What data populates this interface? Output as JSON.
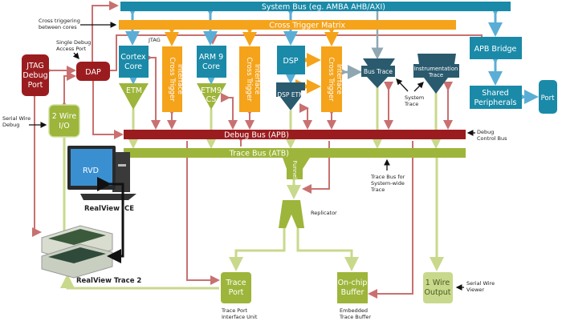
{
  "colors": {
    "system_bus": "#1a8aa8",
    "cross_trigger": "#f5a31a",
    "debug": "#9b1c1f",
    "trace": "#9db53a",
    "trace_light": "#c8d98c",
    "dark_teal": "#2a5a6e",
    "red_arrow": "#c97070",
    "blue_arrow": "#5aaed6"
  },
  "buses": {
    "system": "System Bus (eg. AMBA AHB/AXI)",
    "cross_trigger": "Cross Trigger Matrix",
    "debug": "Debug Bus (APB)",
    "trace": "Trace Bus (ATB)"
  },
  "blocks": {
    "jtag_port": [
      "JTAG",
      "Debug",
      "Port"
    ],
    "dap": "DAP",
    "two_wire": [
      "2 Wire",
      "I/O"
    ],
    "cortex_core": [
      "Cortex",
      "Core"
    ],
    "etm": "ETM",
    "cti": [
      "Cross Trigger",
      "Interface"
    ],
    "arm9_core": [
      "ARM 9",
      "Core"
    ],
    "etm9": [
      "ETM9",
      "CS"
    ],
    "dsp": "DSP",
    "dsp_etm": "DSP ETM",
    "bus_trace": "Bus Trace",
    "instr_trace": [
      "Instrumentation",
      "Trace"
    ],
    "apb_bridge": "APB Bridge",
    "shared_periph": [
      "Shared",
      "Peripherals"
    ],
    "port": "Port",
    "funnel": "Funnel",
    "trace_port": [
      "Trace",
      "Port"
    ],
    "onchip_buffer": [
      "On-chip",
      "Buffer"
    ],
    "one_wire": [
      "1 Wire",
      "Output"
    ],
    "rvd": "RVD"
  },
  "annotations": {
    "cross_triggering": [
      "Cross triggering",
      "between cores"
    ],
    "single_debug": [
      "Single Debug",
      "Access Port"
    ],
    "jtag": "JTAG",
    "serial_wire_debug": [
      "Serial Wire",
      "Debug"
    ],
    "system_trace": [
      "System",
      "Trace"
    ],
    "debug_control": [
      "Debug",
      "Control Bus"
    ],
    "trace_sys": [
      "Trace Bus for",
      "System-wide",
      "Trace"
    ],
    "replicator": "Replicator",
    "realview_ice": "RealView ICE",
    "realview_trace": "RealView Trace 2",
    "tpiu": [
      "Trace Port",
      "Interface Unit"
    ],
    "etb": [
      "Embedded",
      "Trace Buffer"
    ],
    "swv": [
      "Serial Wire",
      "Viewer"
    ]
  }
}
